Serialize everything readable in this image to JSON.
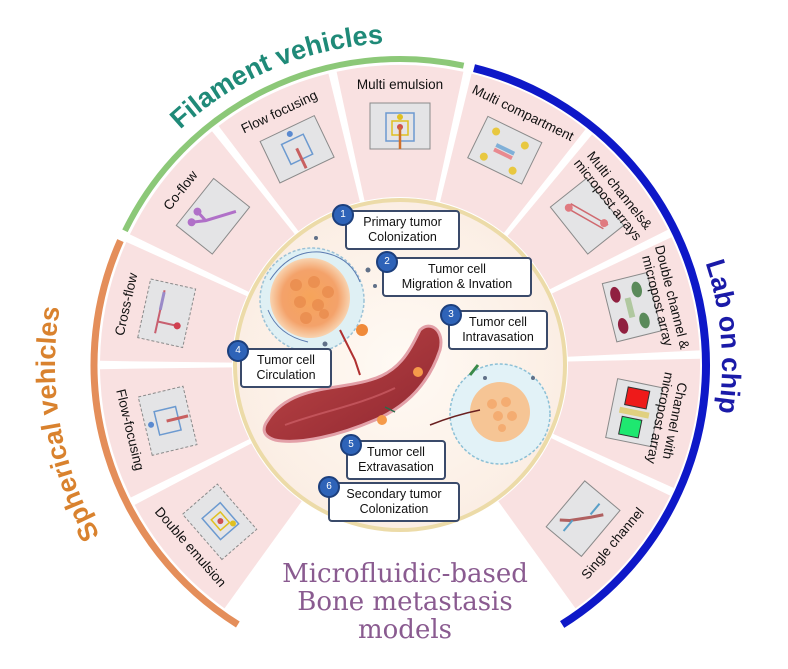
{
  "figure": {
    "title_lines": [
      "Microfluidic-based",
      "Bone metastasis",
      "models"
    ],
    "colors": {
      "filament": "#1f8a78",
      "filament_arc": "#8cc878",
      "spherical": "#d9822e",
      "spherical_arc": "#e48e5a",
      "lab_on_chip": "#1a1aa8",
      "lab_on_chip_arc": "#0e18c8",
      "segment_fill": "#f9e1e1",
      "center_fill": "#fdf3ec",
      "center_ring": "#ecdba8",
      "title": "#8a5b90",
      "step_badge": "#2e63b8"
    }
  },
  "groups": [
    {
      "id": "filament",
      "title": "Filament vehicles"
    },
    {
      "id": "lab_on_chip",
      "title": "Lab on chip"
    },
    {
      "id": "spherical",
      "title": "Spherical vehicles"
    }
  ],
  "segments": {
    "spherical": [
      {
        "label": "Double emulsion"
      },
      {
        "label": "Flow-focusing"
      },
      {
        "label": "Cross-flow"
      }
    ],
    "filament": [
      {
        "label": "Co-flow"
      },
      {
        "label": "Flow focusing"
      },
      {
        "label": "Multi emulsion"
      }
    ],
    "lab_on_chip": [
      {
        "label": "Multi compartment"
      },
      {
        "label_lines": [
          "Multi channels&",
          "micropost arrays"
        ]
      },
      {
        "label_lines": [
          "Double channel &",
          "micropost array"
        ]
      },
      {
        "label_lines": [
          "Channel  with",
          "micropost array"
        ]
      },
      {
        "label": "Single channel"
      }
    ]
  },
  "steps": [
    {
      "num": "1",
      "lines": [
        "Primary tumor",
        "Colonization"
      ]
    },
    {
      "num": "2",
      "lines": [
        "Tumor cell",
        "Migration & Invation"
      ]
    },
    {
      "num": "3",
      "lines": [
        "Tumor cell",
        "Intravasation"
      ]
    },
    {
      "num": "4",
      "lines": [
        "Tumor cell",
        "Circulation"
      ]
    },
    {
      "num": "5",
      "lines": [
        "Tumor cell",
        "Extravasation"
      ]
    },
    {
      "num": "6",
      "lines": [
        "Secondary tumor",
        "Colonization"
      ]
    }
  ]
}
